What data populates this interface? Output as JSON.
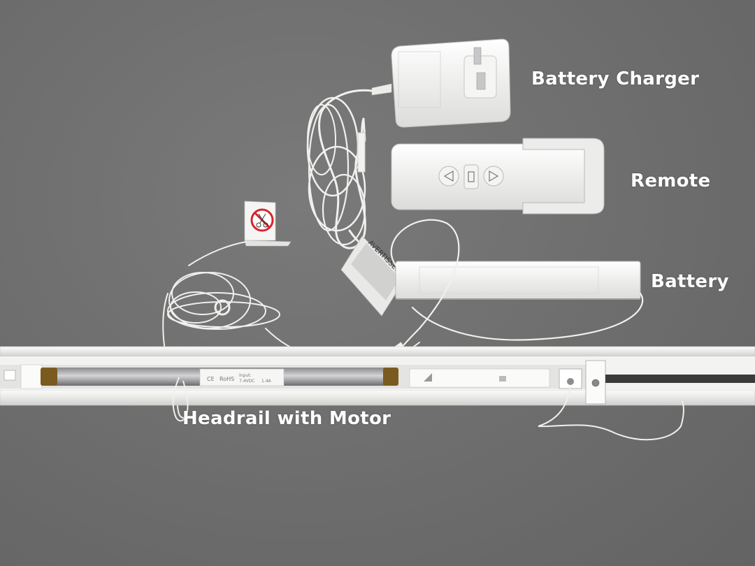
{
  "labels": {
    "battery_charger": "Battery Charger",
    "remote": "Remote",
    "battery": "Battery",
    "headrail_with_motor": "Headrail with Motor"
  },
  "motor_sticker": {
    "ce": "CE",
    "rohs": "RoHS",
    "input": "Input:",
    "voltage": "7.4VDC",
    "current": "1.4A"
  },
  "warning_tag": "AVERTISSEMENT:",
  "colors": {
    "background": "#6e6e6e",
    "device_white": "#f2f2f0",
    "label_text": "#ffffff",
    "no_scissors_red": "#d9242a"
  },
  "icons": {
    "remote_up": "triangle-up-icon",
    "remote_stop": "stop-square-icon",
    "remote_down": "triangle-down-icon",
    "tag_symbol": "no-scissors-icon"
  }
}
